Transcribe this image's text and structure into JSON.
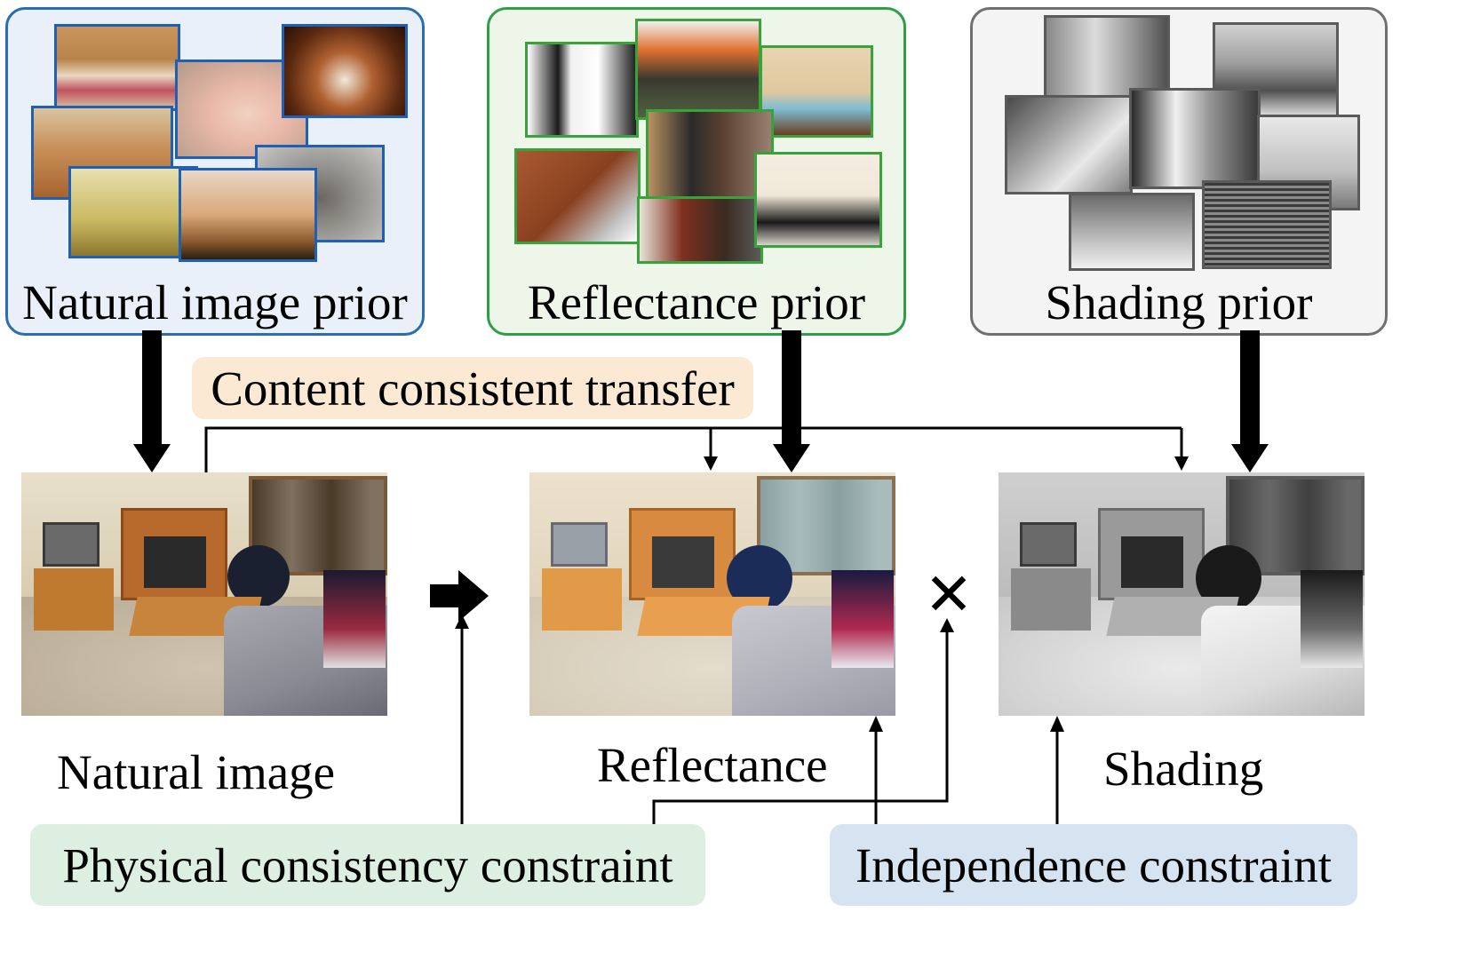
{
  "priors": {
    "natural": {
      "label": "Natural image prior",
      "border": "#2a6db0",
      "fill": "#eaf0fa",
      "thumb_border": "#1f5fb5"
    },
    "reflectance": {
      "label": "Reflectance prior",
      "border": "#2e9e47",
      "fill": "#eef6ea",
      "thumb_border": "#3aa23a"
    },
    "shading": {
      "label": "Shading prior",
      "border": "#707070",
      "fill": "#f4f4f4",
      "thumb_border": "#5a5a5a"
    }
  },
  "nodes": {
    "natural": {
      "label": "Natural image"
    },
    "reflectance": {
      "label": "Reflectance"
    },
    "shading": {
      "label": "Shading"
    }
  },
  "constraints": {
    "content": {
      "label": "Content consistent transfer",
      "fill": "#fbe9d4"
    },
    "physical": {
      "label": "Physical consistency constraint",
      "fill": "#dcefe0"
    },
    "independence": {
      "label": "Independence constraint",
      "fill": "#d6e3f1"
    }
  },
  "operators": {
    "multiply": "✕"
  }
}
